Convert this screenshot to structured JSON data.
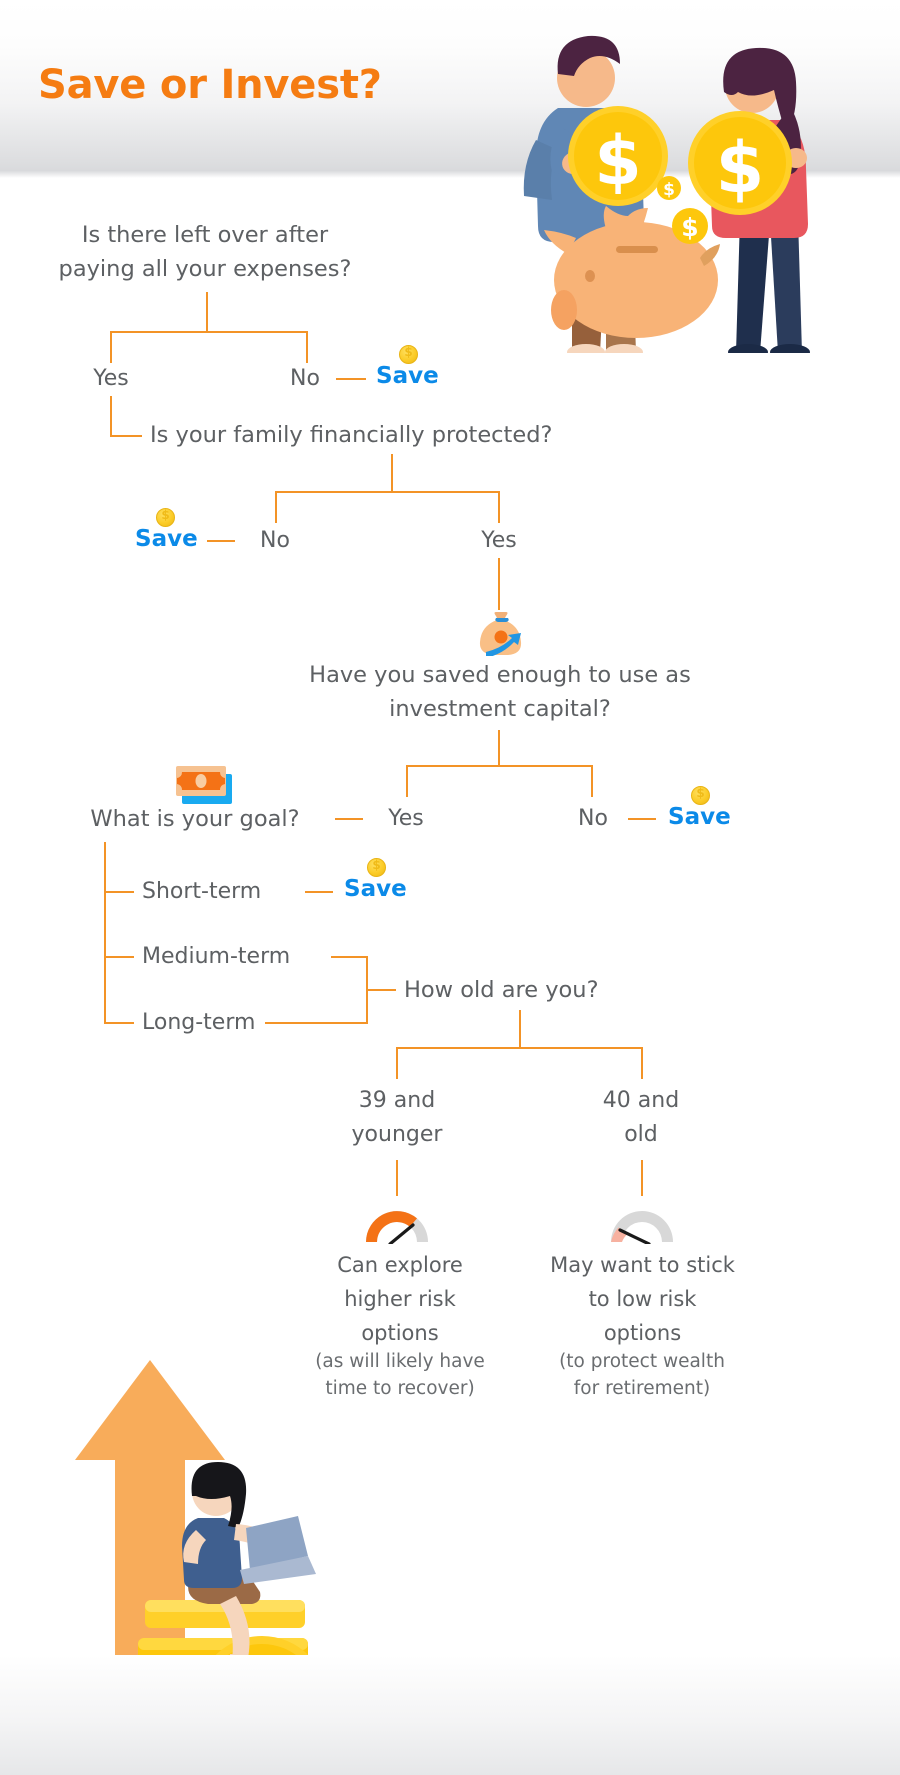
{
  "page": {
    "title": "Save or Invest?",
    "title_color": "#f57c12",
    "line_color": "#f39326",
    "text_color": "#5d6063",
    "save_color": "#0b8ae8"
  },
  "flow": {
    "q1": "Is there left over after\npaying all your expenses?",
    "q1_yes": "Yes",
    "q1_no": "No",
    "q1_no_outcome": "Save",
    "q2": "Is your family financially protected?",
    "q2_no": "No",
    "q2_no_outcome": "Save",
    "q2_yes": "Yes",
    "q3": "Have you saved enough to use as\ninvestment capital?",
    "q3_yes": "Yes",
    "q3_no": "No",
    "q3_no_outcome": "Save",
    "q4": "What is your goal?",
    "goal_short": "Short-term",
    "goal_short_outcome": "Save",
    "goal_medium": "Medium-term",
    "goal_long": "Long-term",
    "q5": "How old are you?",
    "age_young": "39 and\nyounger",
    "age_old": "40 and\nold",
    "outcome_young": "Can explore\nhigher risk\noptions",
    "outcome_young_note": "(as will likely have\ntime to recover)",
    "outcome_old": "May want to stick\nto low risk\noptions",
    "outcome_old_note": "(to protect wealth\nfor retirement)"
  },
  "icons": {
    "coin": "coin-dollar-icon",
    "bag": "money-bag-growth-icon",
    "banknote": "banknote-icon",
    "gauge_high": "risk-gauge-high-icon",
    "gauge_low": "risk-gauge-low-icon",
    "illus_top": "couple-with-coins-piggybank-illustration",
    "illus_bottom": "woman-on-coin-stack-illustration"
  }
}
